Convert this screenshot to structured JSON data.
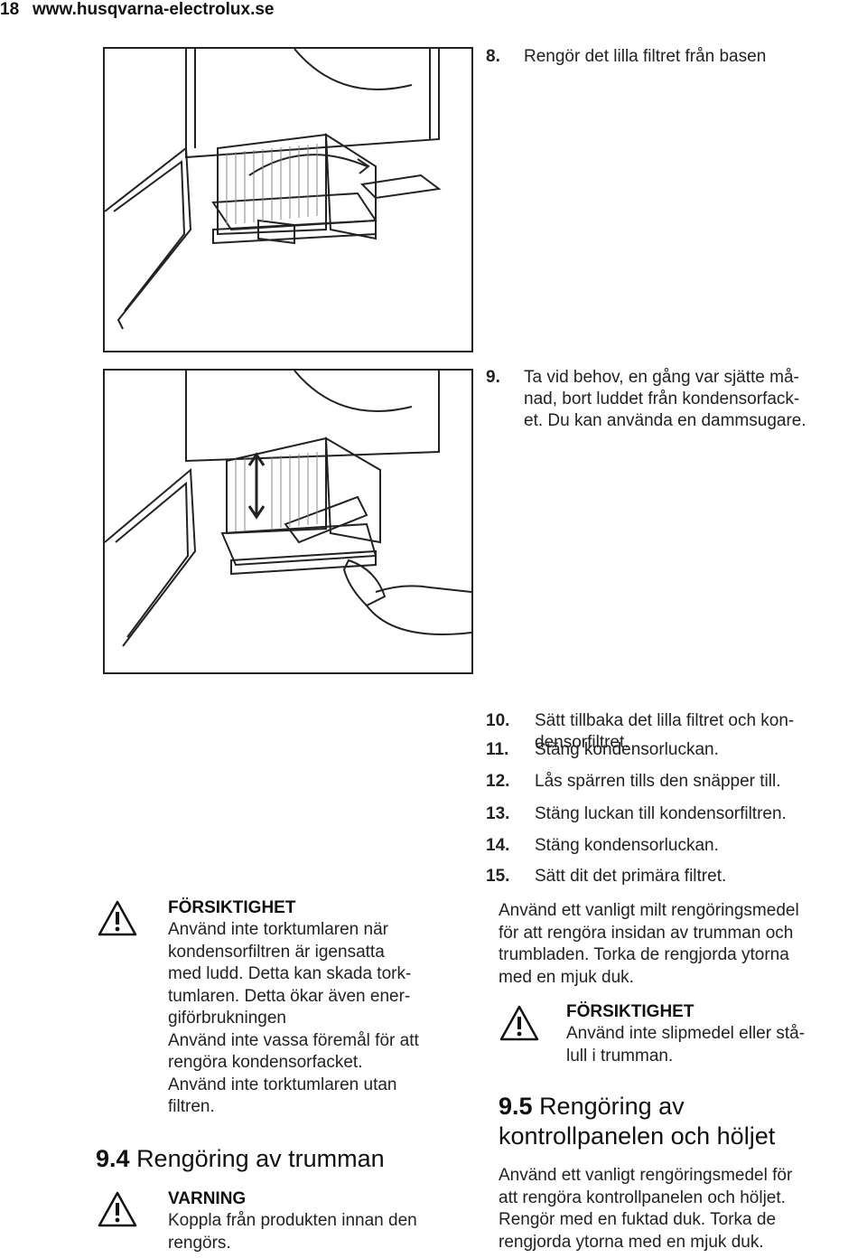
{
  "header": {
    "page_number": "18",
    "url": "www.husqvarna-electrolux.se"
  },
  "steps": [
    {
      "num": "8.",
      "text": "Rengör det lilla filtret från basen"
    },
    {
      "num": "9.",
      "text": "Ta vid behov, en gång var sjätte månad, bort luddet från kondensorfacket. Du kan använda en dammsugare."
    },
    {
      "num": "10.",
      "text": "Sätt tillbaka det lilla filtret och kondensorfiltret."
    },
    {
      "num": "11.",
      "text": "Stäng kondensorluckan."
    },
    {
      "num": "12.",
      "text": "Lås spärren tills den snäpper till."
    },
    {
      "num": "13.",
      "text": "Stäng luckan till kondensorfiltren."
    },
    {
      "num": "14.",
      "text": "Stäng kondensorluckan."
    },
    {
      "num": "15.",
      "text": "Sätt dit det primära filtret."
    }
  ],
  "caution_left": {
    "title": "FÖRSIKTIGHET",
    "lines": [
      "Använd inte torktumlaren när",
      "kondensorfiltren är igensatta",
      "med ludd. Detta kan skada tork-",
      "tumlaren. Detta ökar även ener-",
      "giförbrukningen",
      "Använd inte vassa föremål för att",
      "rengöra kondensorfacket.",
      "Använd inte torktumlaren utan",
      "filtren."
    ]
  },
  "section_94": {
    "number": "9.4",
    "title": "Rengöring av trumman"
  },
  "warning_94": {
    "title": "VARNING",
    "lines": [
      "Koppla från produkten innan den",
      "rengörs."
    ]
  },
  "drum_text": {
    "lines": [
      "Använd ett vanligt milt rengöringsmedel",
      "för att rengöra insidan av trumman och",
      "trumbladen. Torka de rengjorda ytorna",
      "med en mjuk duk."
    ]
  },
  "caution_right": {
    "title": "FÖRSIKTIGHET",
    "lines": [
      "Använd inte slipmedel eller stå-",
      "lull i trumman."
    ]
  },
  "section_95": {
    "number": "9.5",
    "title_line1": "Rengöring av",
    "title_line2": "kontrollpanelen och höljet"
  },
  "panel_text": {
    "lines": [
      "Använd ett vanligt rengöringsmedel för",
      "att rengöra kontrollpanelen och höljet.",
      "Rengör med en fuktad duk. Torka de",
      "rengjorda ytorna med en mjuk duk."
    ]
  },
  "step9_lines": [
    "Ta vid behov, en gång var sjätte må-",
    "nad, bort luddet från kondensorfack-",
    "et. Du kan använda en dammsugare."
  ],
  "step10_lines": [
    "Sätt tillbaka det lilla filtret och kon-",
    "densorfiltret."
  ]
}
